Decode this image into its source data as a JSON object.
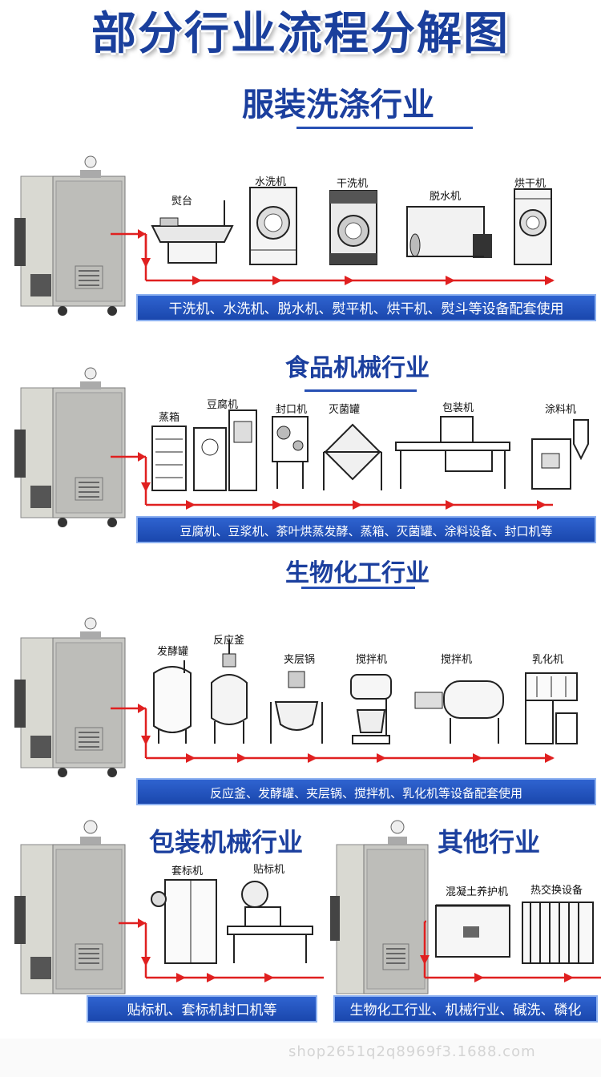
{
  "banner": {
    "title": "部分行业流程分解图"
  },
  "sections": [
    {
      "title": "服装洗涤行业",
      "caption": "干洗机、水洗机、脱水机、熨平机、烘干机、熨斗等设备配套使用",
      "machines": [
        "熨台",
        "水洗机",
        "干洗机",
        "脱水机",
        "烘干机"
      ]
    },
    {
      "title": "食品机械行业",
      "caption": "豆腐机、豆浆机、茶叶烘蒸发酵、蒸箱、灭菌罐、涂料设备、封口机等",
      "machines": [
        "蒸箱",
        "豆腐机",
        "封口机",
        "灭菌罐",
        "包装机",
        "涂料机"
      ]
    },
    {
      "title": "生物化工行业",
      "caption": "反应釜、发酵罐、夹层锅、搅拌机、乳化机等设备配套使用",
      "machines": [
        "发酵罐",
        "反应釜",
        "夹层锅",
        "搅拌机",
        "搅拌机",
        "乳化机"
      ]
    },
    {
      "title": "包装机械行业",
      "caption": "贴标机、套标机封口机等",
      "machines": [
        "套标机",
        "贴标机"
      ]
    },
    {
      "title": "其他行业",
      "caption": "生物化工行业、机械行业、碱洗、磷化",
      "machines": [
        "混凝土养护机",
        "热交换设备"
      ]
    }
  ],
  "watermark": "shop2651q2q8969f3.1688.com",
  "colors": {
    "title_blue": "#1b3f9e",
    "caption_blue": "#1a47ad",
    "flow_red": "#e02020"
  }
}
